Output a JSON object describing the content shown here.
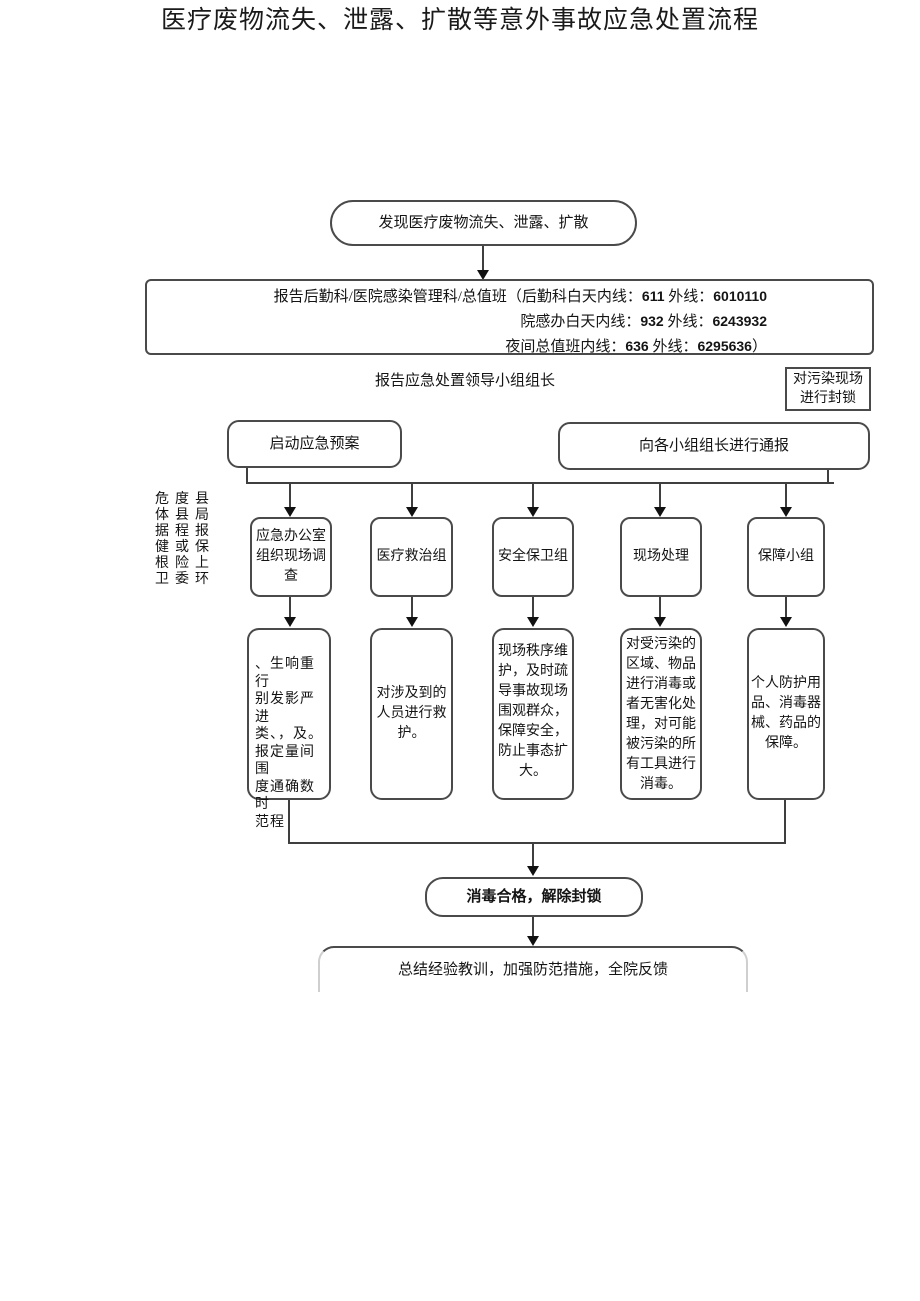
{
  "title": "医疗废物流失、泄露、扩散等意外事故应急处置流程",
  "colors": {
    "line": "#3f3f3f",
    "border": "#4a4a4a",
    "text": "#141414"
  },
  "flow": {
    "start": "发现医疗废物流失、泄露、扩散",
    "report": {
      "lines": [
        {
          "pre": "报告后勤科/医院感染管理科/总值班（后勤科白天内线：",
          "n1": "611",
          "mid": " 外线：",
          "n2": "6010110",
          "suf": ""
        },
        {
          "pre": "院感办白天内线：",
          "n1": "932",
          "mid": " 外线：",
          "n2": "6243932",
          "suf": ""
        },
        {
          "pre": "夜间总值班内线：",
          "n1": "636",
          "mid": " 外线：",
          "n2": "6295636",
          "suf": "）"
        }
      ]
    },
    "leader_label": "报告应急处置领导小组组长",
    "seal": {
      "line1": "对污染现场",
      "line2": "进行封锁"
    },
    "plan": "启动应急预案",
    "notify": "向各小组组长进行通报",
    "side_note": {
      "lines": [
        "危度县",
        "体县局",
        "据程报",
        "健或保",
        "根险上",
        "卫委环"
      ]
    },
    "groups": [
      "应急办公室组织现场调查",
      "医疗救治组",
      "安全保卫组",
      "现场处理",
      "保障小组"
    ],
    "tasks": {
      "t1_lines": [
        "、生响重行",
        "别发影严进",
        "类、，及。",
        "报定量间围",
        "度通确数时",
        "范程"
      ],
      "t2": "对涉及到的人员进行救护。",
      "t3": "现场秩序维护，及时疏导事故现场围观群众，保障安全，防止事态扩大。",
      "t4": "对受污染的区域、物品进行消毒或者无害化处理，对可能被污染的所有工具进行消毒。",
      "t5": "个人防护用品、消毒器械、药品的保障。"
    },
    "disinfect": "消毒合格，解除封锁",
    "summary": "总结经验教训，加强防范措施，全院反馈"
  }
}
